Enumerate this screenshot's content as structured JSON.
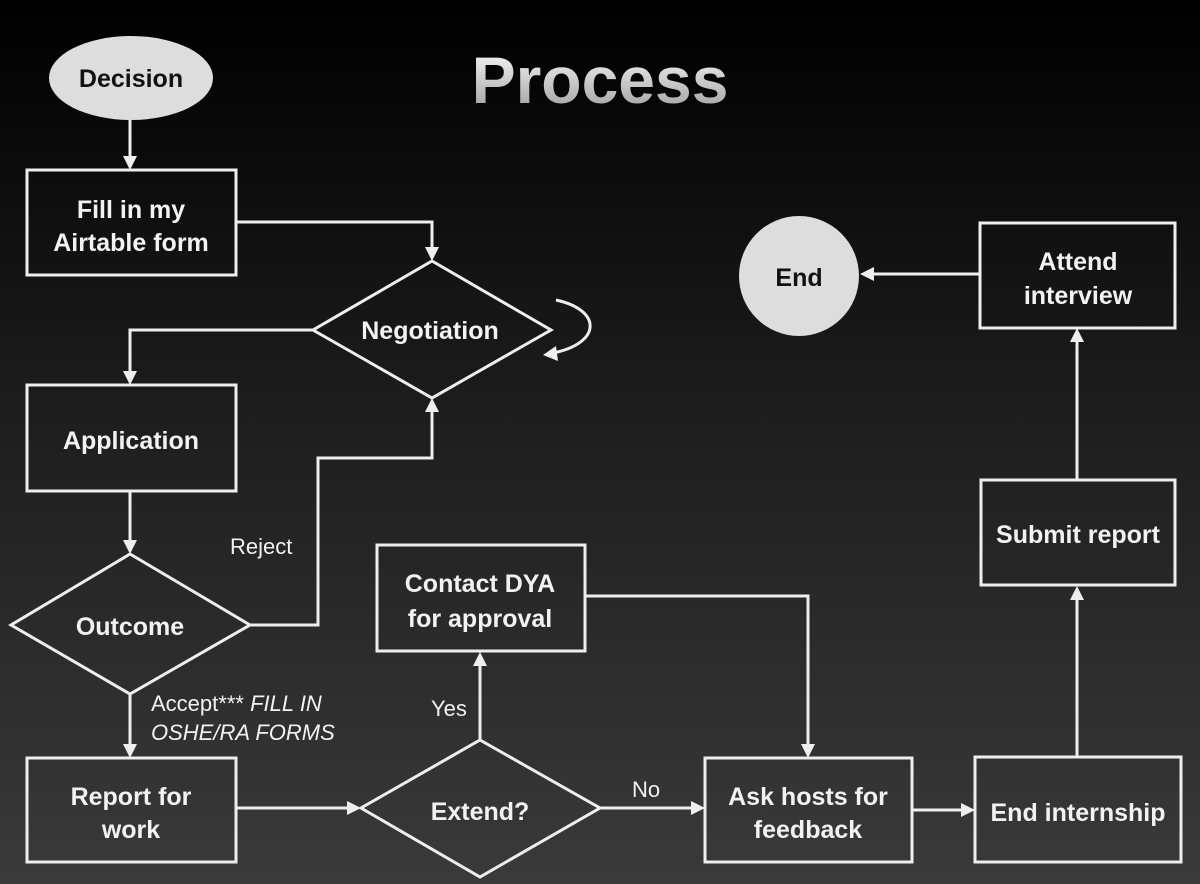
{
  "title": "Process",
  "nodes": {
    "decision": "Decision",
    "fill_form": [
      "Fill in my",
      "Airtable form"
    ],
    "negotiation": "Negotiation",
    "application": "Application",
    "outcome": "Outcome",
    "report_work": [
      "Report for",
      "work"
    ],
    "extend": "Extend?",
    "contact_dya": [
      "Contact DYA",
      "for approval"
    ],
    "ask_hosts": [
      "Ask hosts for",
      "feedback"
    ],
    "end_internship": "End internship",
    "submit_report": "Submit report",
    "attend_interview": [
      "Attend",
      "interview"
    ],
    "end": "End"
  },
  "edge_labels": {
    "reject": "Reject",
    "accept": "Accept***",
    "accept_note": [
      "FILL IN",
      "OSHE/RA FORMS"
    ],
    "yes": "Yes",
    "no": "No"
  },
  "colors": {
    "background_top": "#000000",
    "background_bottom": "#3a3a3a",
    "stroke": "#eeeeee",
    "terminal_fill": "#dddddd",
    "text": "#f2f2f2"
  }
}
